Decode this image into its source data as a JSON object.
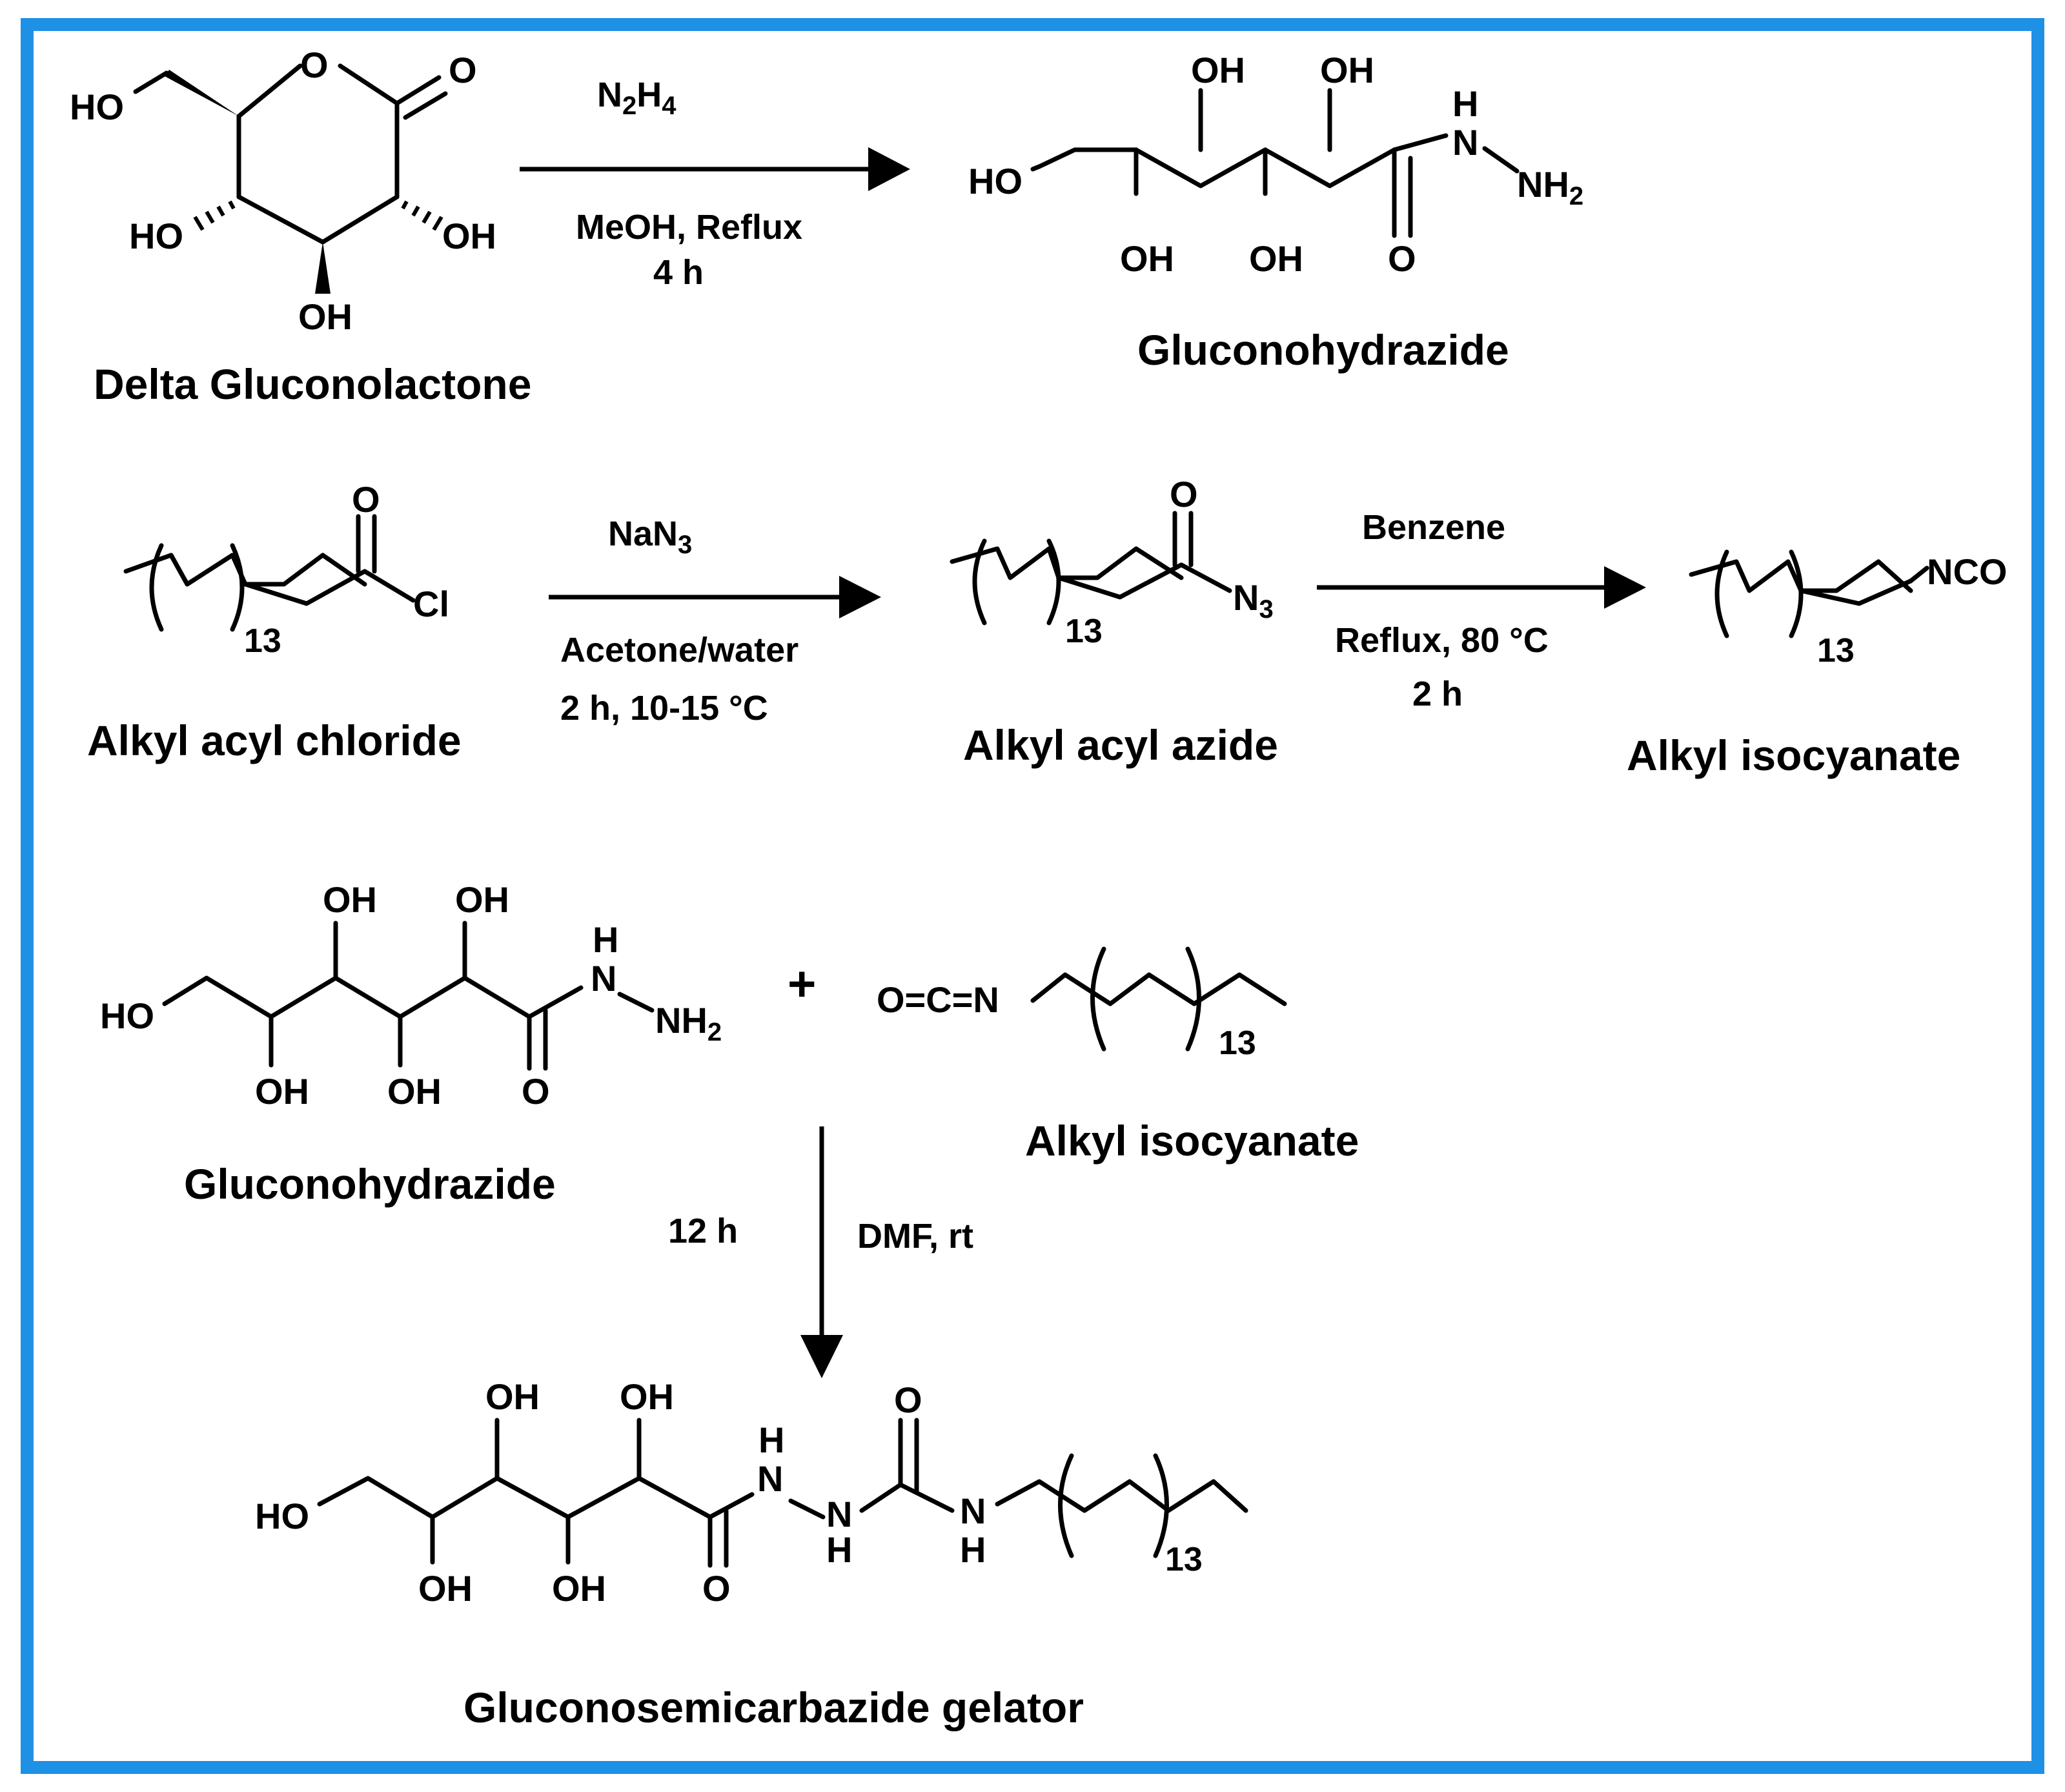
{
  "frame": {
    "border_color": "#1e90e6"
  },
  "step1": {
    "reagent": "N2H4",
    "reagent_main": "N",
    "reagent_sub1": "2",
    "reagent_mid": "H",
    "reagent_sub2": "4",
    "conditions_1": "MeOH, Reflux",
    "conditions_2": "4 h",
    "start_label": "Delta Gluconolactone",
    "product_label": "Gluconohydrazide"
  },
  "step2": {
    "reagent_main": "NaN",
    "reagent_sub": "3",
    "conditions_1": "Acetone/water",
    "conditions_2": "2 h, 10-15 °C",
    "start_label": "Alkyl acyl chloride",
    "product_label": "Alkyl acyl azide",
    "repeat": "13"
  },
  "step3": {
    "reagent": "Benzene",
    "conditions_1": "Reflux, 80 °C",
    "conditions_2": "2 h",
    "product_label": "Alkyl isocyanate",
    "repeat": "13",
    "group": "NCO"
  },
  "step4": {
    "reactant1_label": "Gluconohydrazide",
    "reactant2_label": "Alkyl isocyanate",
    "plus": "+",
    "time": "12 h",
    "conditions": "DMF, rt",
    "isocyanate_text": "O=C=N",
    "repeat": "13",
    "product_label": "Gluconosemicarbazide gelator"
  },
  "atoms": {
    "HO": "HO",
    "OH": "OH",
    "O": "O",
    "H": "H",
    "N": "N",
    "NH": "NH",
    "Cl": "Cl",
    "N3_main": "N",
    "N3_sub": "3",
    "NH2_main": "NH",
    "NH2_sub": "2"
  }
}
